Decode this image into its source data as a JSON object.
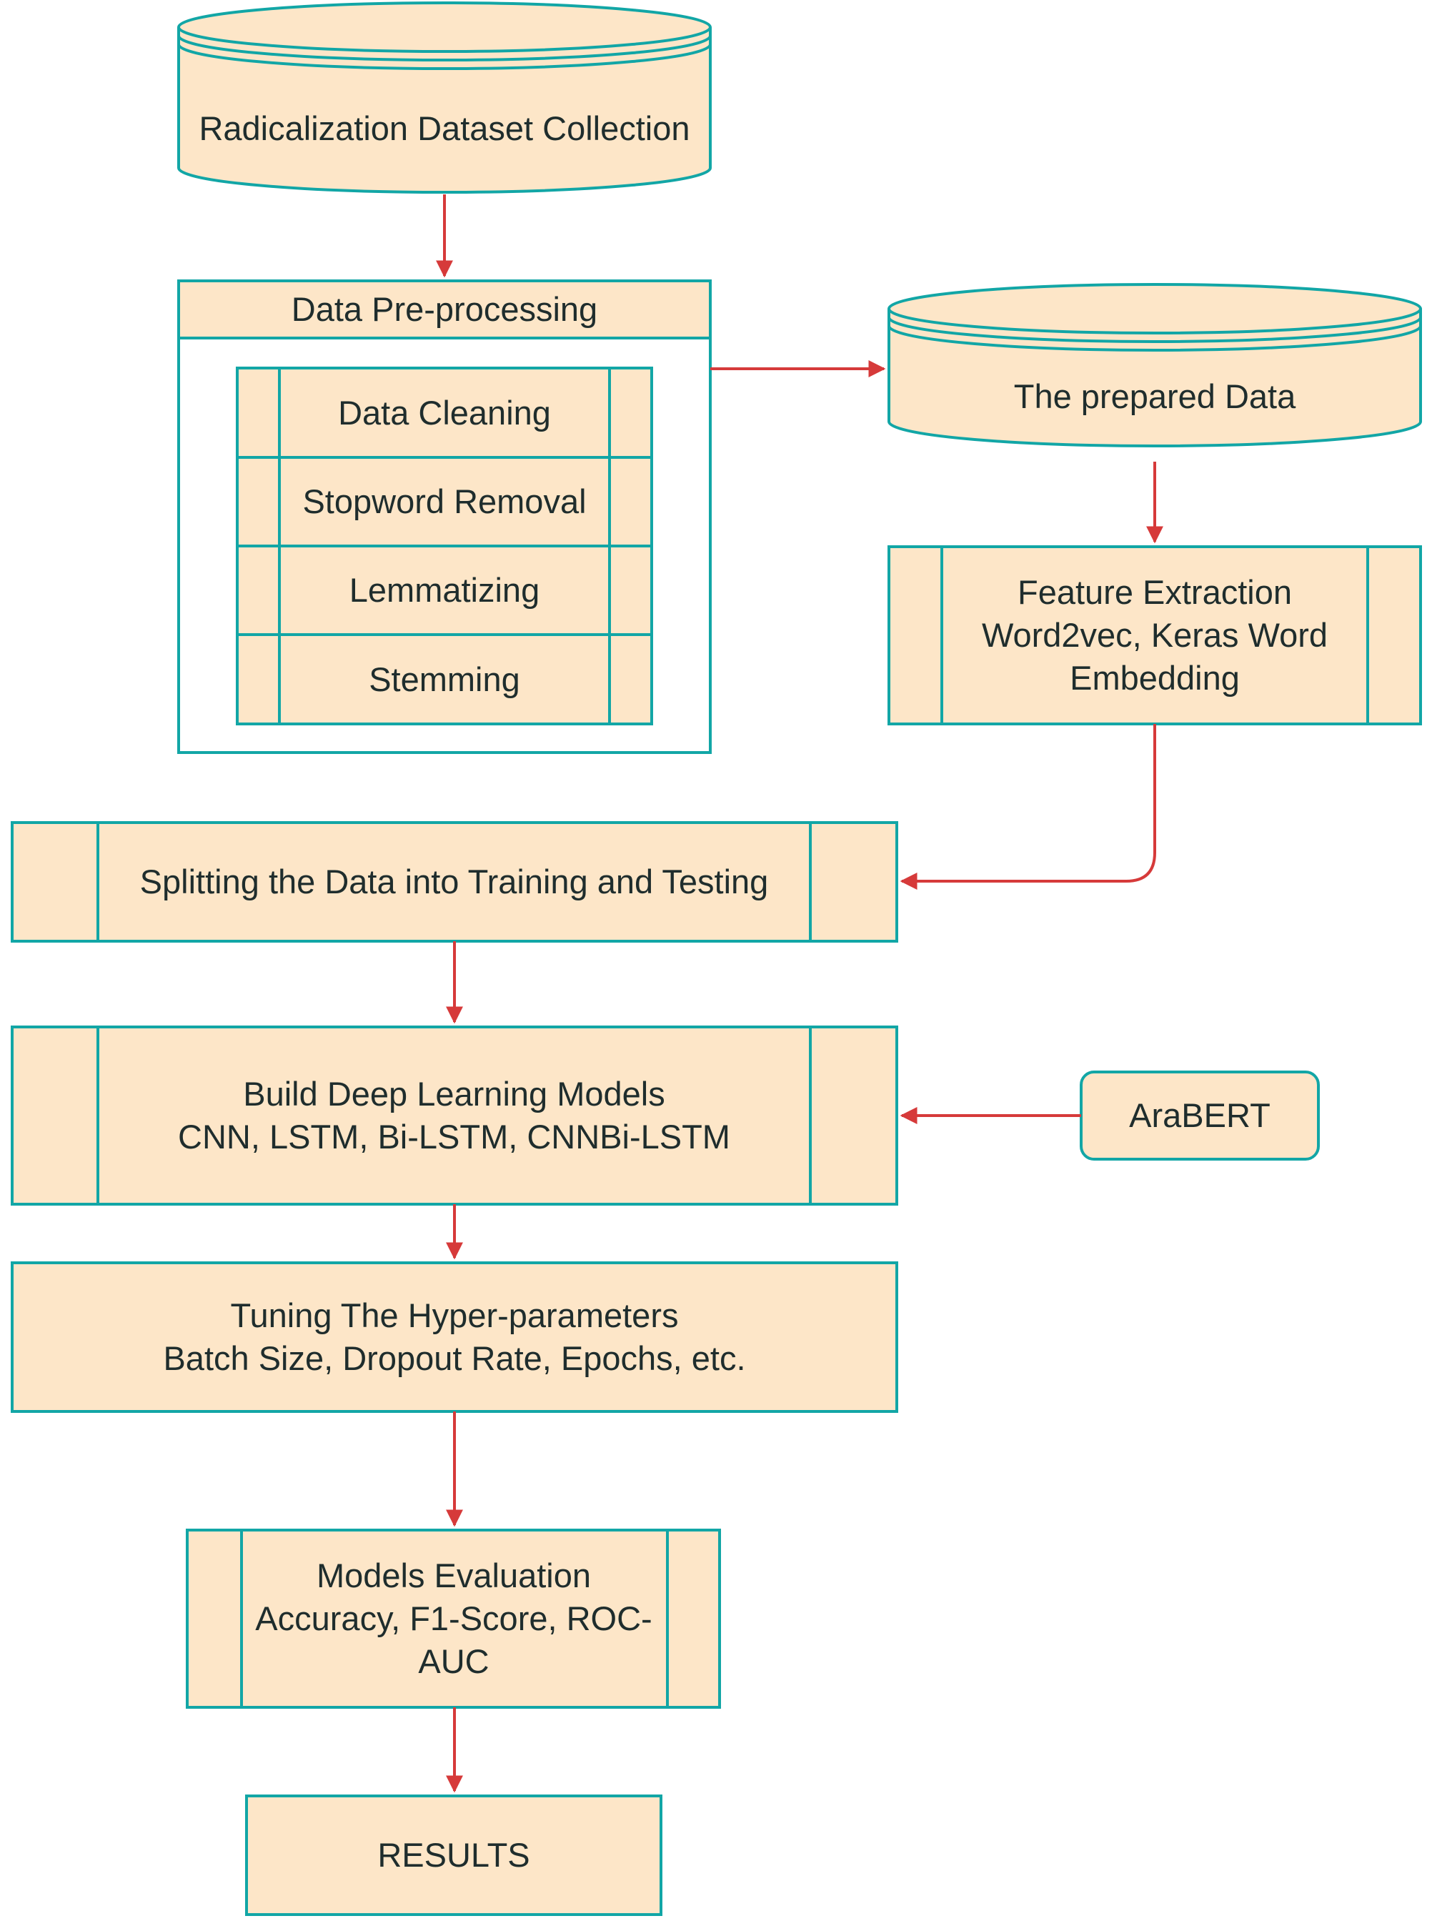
{
  "colors": {
    "fill": "#fde6c8",
    "stroke": "#12a6a6",
    "arrow": "#d63a3a",
    "text": "#1f2d2d"
  },
  "nodes": {
    "dataset_collection": "Radicalization Dataset Collection",
    "preprocessing_title": "Data Pre-processing",
    "preprocessing_steps": [
      "Data Cleaning",
      "Stopword Removal",
      "Lemmatizing",
      "Stemming"
    ],
    "prepared_data": "The prepared Data",
    "feature_extraction": "Feature Extraction\nWord2vec, Keras Word\nEmbedding",
    "splitting": "Splitting the Data into Training and Testing",
    "build_models": "Build Deep Learning Models\nCNN, LSTM, Bi-LSTM, CNNBi-LSTM",
    "arabert": "AraBERT",
    "tuning": "Tuning The Hyper-parameters\nBatch Size, Dropout Rate, Epochs, etc.",
    "evaluation": "Models Evaluation\nAccuracy, F1-Score, ROC-\nAUC",
    "results": "RESULTS"
  }
}
